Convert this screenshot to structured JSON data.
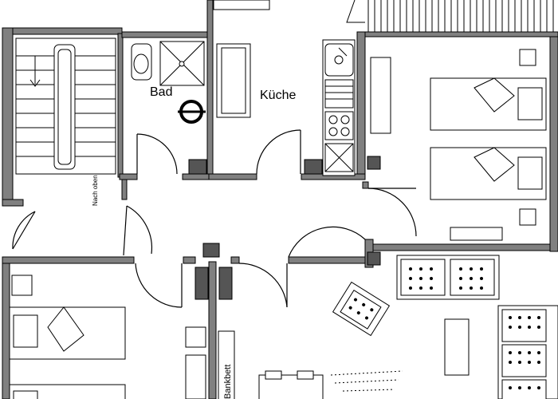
{
  "rooms": {
    "bath": "Bad",
    "kitchen": "Küche",
    "stairs_note": "Nach oben",
    "sofa_bed": "Bankbett"
  },
  "colors": {
    "wall": "#808080",
    "wall_outline": "#000000",
    "pillar": "#555555",
    "background": "#ffffff",
    "furniture": "#ffffff"
  }
}
